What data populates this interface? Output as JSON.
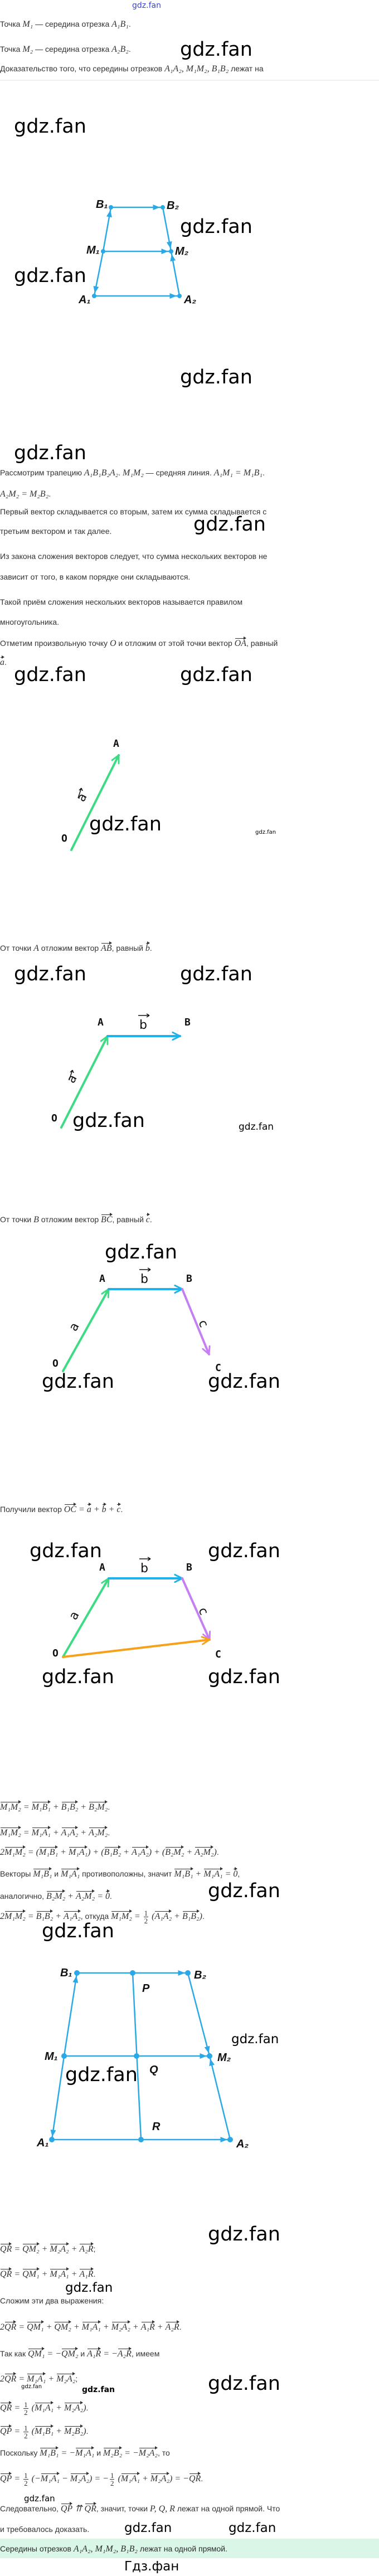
{
  "watermark": "gdz.fan",
  "footer_watermark": "Гдз.фан",
  "intro": [
    "Точка $M₁$ — середина отрезка $A₁B₁$.",
    "Точка $M₂$ — середина отрезка $A₂B₂$.",
    "Доказательство того, что середины отрезков $A₁A₂, M₁M₂, B₁B₂$ лежат на"
  ],
  "trapezoid_labels": {
    "B1": "B₁",
    "B2": "B₂",
    "M1": "M₁",
    "M2": "M₂",
    "A1": "A₁",
    "A2": "A₂",
    "P": "P",
    "Q": "Q",
    "R": "R"
  },
  "explanation": [
    "Рассмотрим трапецию $A₁B₁B₂A₂$. $M₁M₂$ — средняя линия. $A₁M₁ = M₁B₁$.",
    "$A₂M₂ = M₂B₂$.",
    "Первый вектор складывается со вторым, затем их сумма складывается с",
    "третьим вектором и так далее.",
    "Из закона сложения векторов следует, что сумма нескольких векторов не",
    "зависит от того, в каком порядке они складываются.",
    "Такой приём сложения нескольких векторов называется правилом",
    "многоугольника.",
    "Отметим произвольную точку $O$ и отложим от этой точки вектор ${OA}$, равный",
    "${a}$."
  ],
  "step_ab": "От точки $A$ отложим вектор ${AB}$, равный ${b}$.",
  "step_bc": "От точки $B$ отложим вектор ${BC}$, равный ${c}$.",
  "step_oc": "Получили вектор ${OC} = {a} + {b} + {c}$.",
  "vector_labels": {
    "O": "O",
    "A": "A",
    "B": "B",
    "C": "C",
    "a": "a",
    "b": "b",
    "c": "c"
  },
  "vector_colors": {
    "a": "#3ddc84",
    "b": "#1cb2ec",
    "c": "#c67ff2",
    "sum": "#f7a11a",
    "trapezoid": "#2aa9e6"
  },
  "formulas_1": [
    "${M₁M₂} = {M₁B₁} + {B₁B₂} + {B₂M₂}$.",
    "${M₁M₂} = {M₁A₁} + {A₁A₂} + {A₂M₂}$.",
    "$2{M₁M₂} = ({M₁B₁} + {M₁A₁}) + ({B₁B₂} + {A₁A₂}) + ({B₂M₂} + {A₂M₂})$.",
    "Векторы ${M₁B₁}$ и ${M₁A₁}$ противоположны, значит ${M₁B₁} + {M₁A₁} = {0}$,",
    "аналогично, ${B₂M₂} + {A₂M₂} = {0}$.",
    "$2{M₁M₂} = {B₁B₂} + {A₁A₂}$, откуда ${M₁M₂} = [1/2] ({A₁A₂} + {B₁B₂})$."
  ],
  "formulas_2": [
    "${QR} = {QM₂} + {M₂A₂} + {A₂R}$;",
    "${QR} = {QM₁} + {M₁A₁} + {A₁R}$.",
    "Сложим эти два выражения:",
    "$2{QR} = {QM₁} + {QM₂} + {M₁A₁} + {M₂A₂} + {A₁R} + {A₂R}$.",
    "Так как ${QM₁} = −{QM₂}$ и ${A₁R} = −{A₂R}$, имеем",
    "$2{QR} = {M₁A₁} + {M₂A₂}$;",
    "${QR} = [1/2] ({M₁A₁} + {M₂A₂})$.",
    "${QP} = [1/2] ({M₁B₁} + {M₂B₂})$.",
    "Поскольку ${M₁B₁} = −{M₁A₁}$ и ${M₂B₂} = −{M₂A₂}$, то",
    "${QP} = [1/2] (−{M₁A₁} − {M₂A₂}) = −[1/2] ({M₁A₁} + {M₂A₂}) = −{QR}$.",
    "Следовательно, ${QP} ⇈ {QR}$, значит, точки $P, Q, R$ лежат на одной прямой. Что",
    "и требовалось доказать."
  ],
  "answer": "Середины отрезков $A₁A₂, M₁M₂, B₁B₂$ лежат на одной прямой."
}
